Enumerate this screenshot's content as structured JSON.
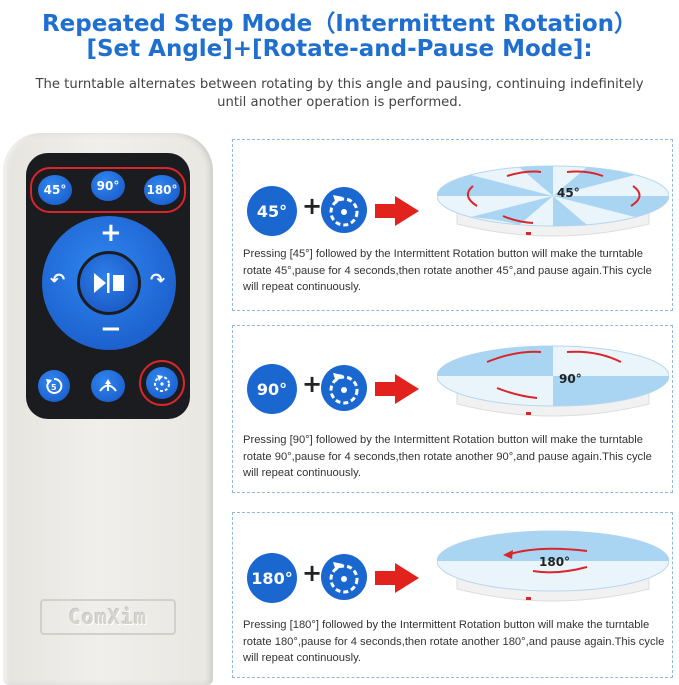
{
  "header": {
    "title_line1": "Repeated Step Mode（Intermittent Rotation）",
    "title_line2": "[Set Angle]+[Rotate-and-Pause Mode]:",
    "subtitle_line1": "The turntable alternates between rotating by this angle and pausing, continuing indefinitely",
    "subtitle_line2": "until another operation is performed."
  },
  "remote": {
    "buttons": {
      "b45": "45°",
      "b90": "90°",
      "b180": "180°"
    },
    "brand": "ComXim"
  },
  "colors": {
    "accent_blue": "#1f6fd1",
    "button_blue": "#1a67d0",
    "highlight_red": "#d9262b",
    "arrow_red": "#e2221c",
    "panel_border": "#8fb7df"
  },
  "steps": [
    {
      "angle_label": "45°",
      "table_label": "45°",
      "text_line1": "Pressing [45°] followed by the Intermittent Rotation button will make the turntable",
      "text_line2": "rotate 45°,pause for 4 seconds,then rotate another 45°,and pause again.This cycle",
      "text_line3": "will repeat continuously."
    },
    {
      "angle_label": "90°",
      "table_label": "90°",
      "text_line1": "Pressing [90°] followed by the Intermittent Rotation button will make the turntable",
      "text_line2": "rotate 90°,pause for 4 seconds,then rotate another 90°,and pause again.This cycle",
      "text_line3": "will repeat continuously."
    },
    {
      "angle_label": "180°",
      "table_label": "180°",
      "text_line1": "Pressing [180°] followed by the Intermittent Rotation button will make the turntable",
      "text_line2": "rotate 180°,pause for 4 seconds,then rotate another 180°,and pause again.This cycle",
      "text_line3": "will repeat continuously."
    }
  ]
}
